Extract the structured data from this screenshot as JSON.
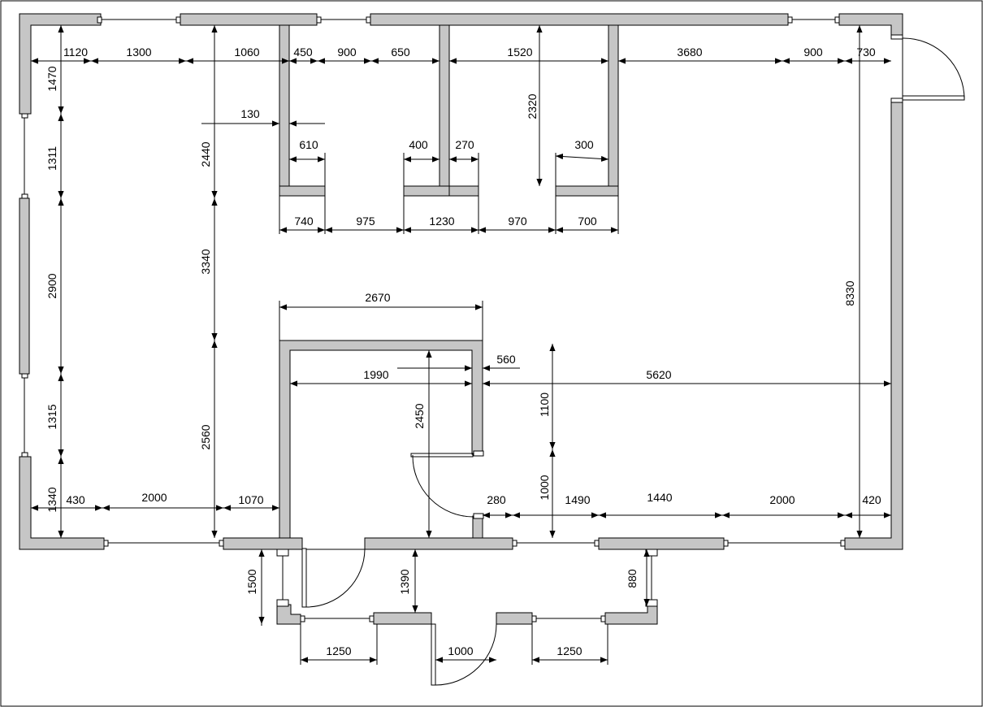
{
  "plan": {
    "dimensions": {
      "top_row": [
        "1120",
        "1300",
        "1060",
        "450",
        "900",
        "650",
        "1520",
        "3680",
        "900",
        "730"
      ],
      "left_col": [
        "1470",
        "1311",
        "2900",
        "1315",
        "1340"
      ],
      "inner_vertical": [
        "2440",
        "3340",
        "2560"
      ],
      "stub_130": "130",
      "stub_widths": [
        "610",
        "400",
        "270",
        "300"
      ],
      "depth_2320": "2320",
      "mid_row": [
        "740",
        "975",
        "1230",
        "970",
        "700"
      ],
      "room_2670": "2670",
      "room_1990": "1990",
      "stub_560": "560",
      "room_5620": "5620",
      "room_2450": "2450",
      "right_1100": "1100",
      "right_1000": "1000",
      "right_8330": "8330",
      "bottom_row": [
        "430",
        "2000",
        "1070"
      ],
      "bottom_right_row": [
        "280",
        "1490",
        "1440",
        "2000",
        "420"
      ],
      "porch_1500": "1500",
      "porch_1390": "1390",
      "porch_880": "880",
      "porch_row": [
        "1250",
        "1000",
        "1250"
      ]
    }
  }
}
